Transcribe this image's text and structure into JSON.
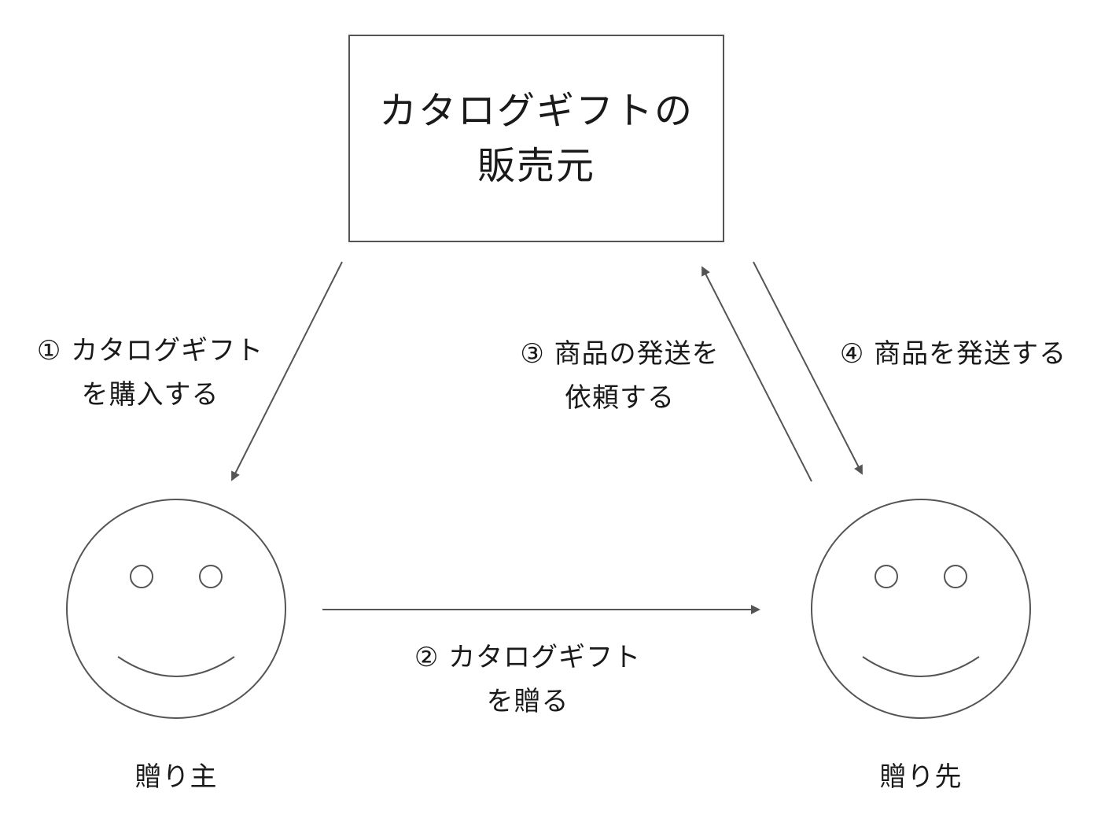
{
  "seller": {
    "line1": "カタログギフトの",
    "line2": "販売元"
  },
  "giver": {
    "label": "贈り主",
    "icon": "smiley-face-icon"
  },
  "recipient": {
    "label": "贈り先",
    "icon": "smiley-face-icon"
  },
  "steps": {
    "step1": {
      "line1": "① カタログギフト",
      "line2": "を購入する"
    },
    "step2": {
      "line1": "② カタログギフト",
      "line2": "を贈る"
    },
    "step3": {
      "line1": "③ 商品の発送を",
      "line2": "依頼する"
    },
    "step4": {
      "line1": "④ 商品を発送する"
    }
  },
  "colors": {
    "stroke": "#555555",
    "text": "#1a1a1a"
  }
}
